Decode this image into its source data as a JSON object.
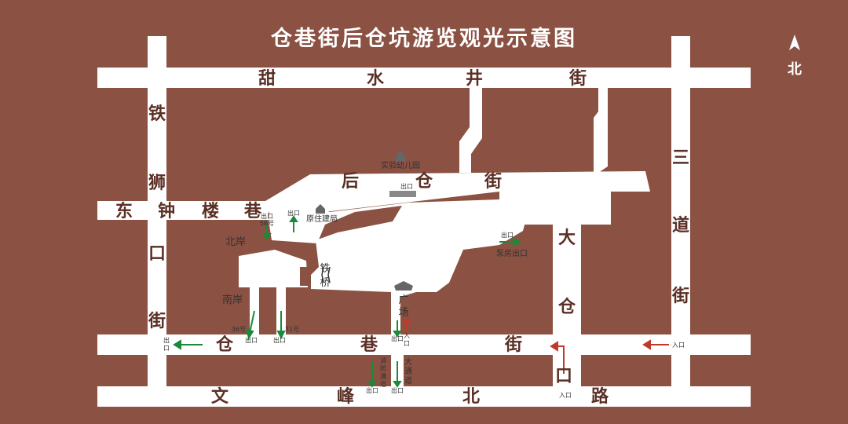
{
  "title": "仓巷街后仓坑游览观光示意图",
  "north": "北",
  "colors": {
    "background": "#8b5142",
    "road": "#ffffff",
    "exit_arrow": "#1a8a3a",
    "entry_arrow": "#c0392b"
  },
  "roads": {
    "tianshuijing": [
      "甜",
      "水",
      "井",
      "街"
    ],
    "houcang": [
      "后",
      "仓",
      "街"
    ],
    "dongzhonglou": [
      "东",
      "钟",
      "楼",
      "巷"
    ],
    "cangxiang": [
      "仓",
      "巷",
      "街"
    ],
    "wenfengbei": [
      "文",
      "峰",
      "北",
      "路"
    ],
    "tieshikou": [
      "铁",
      "狮",
      "口",
      "街"
    ],
    "sandao": [
      "三",
      "道",
      "街"
    ],
    "dacangkou": [
      "大",
      "仓",
      "口"
    ]
  },
  "places": {
    "kindergarten": "实验幼儿园",
    "original_residence": "原住建局",
    "north_bank": "北岸",
    "south_bank": "南岸",
    "iron_bridge": [
      "铁",
      "桥"
    ],
    "plaza": [
      "广",
      "场"
    ],
    "pump_exit": "泵房出口",
    "fire_lane": [
      "消",
      "防",
      "通",
      "道"
    ],
    "main_lane": [
      "大",
      "通",
      "道"
    ]
  },
  "markers": {
    "no56": "56号",
    "no36": "36号",
    "no31": "31号",
    "exit": "出口",
    "exit_vertical": [
      "出",
      "口"
    ],
    "entry": "入口",
    "entry_vertical": [
      "入",
      "口"
    ]
  }
}
